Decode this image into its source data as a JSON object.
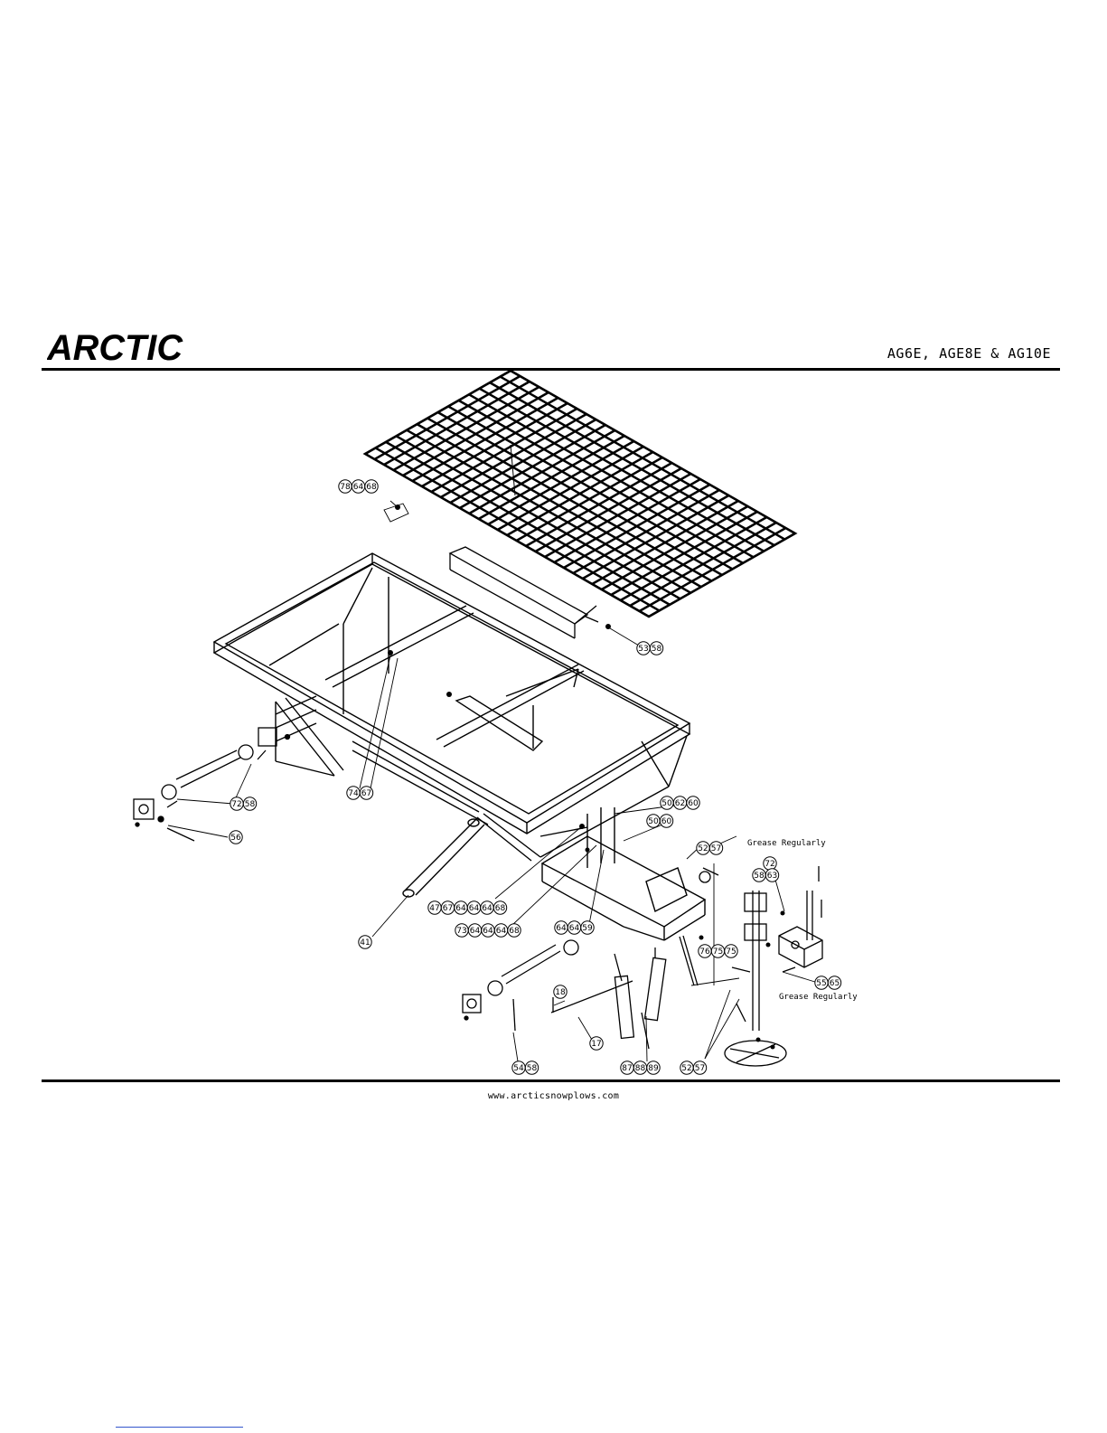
{
  "header": {
    "logo_text": "ARCTIC",
    "model_line": "AG6E, AGE8E & AG10E"
  },
  "footer": {
    "website": "www.arcticsnowplows.com"
  },
  "notes": {
    "grease_top": "Grease Regularly",
    "grease_bottom": "Grease Regularly"
  },
  "callouts": {
    "g1": [
      "78",
      "64",
      "68"
    ],
    "g2": [
      "53",
      "58"
    ],
    "g3": [
      "74",
      "67"
    ],
    "g4": [
      "72",
      "58"
    ],
    "g5": [
      "56"
    ],
    "g6": [
      "41"
    ],
    "g7": [
      "47",
      "67",
      "64",
      "64",
      "64",
      "68"
    ],
    "g8": [
      "73",
      "64",
      "64",
      "64",
      "68"
    ],
    "g9": [
      "64",
      "64",
      "59"
    ],
    "g10": [
      "50",
      "62",
      "60"
    ],
    "g11": [
      "50",
      "60"
    ],
    "g12": [
      "52",
      "57"
    ],
    "g13": [
      "72"
    ],
    "g14": [
      "58",
      "63"
    ],
    "g15": [
      "76",
      "75",
      "75"
    ],
    "g16": [
      "55",
      "65"
    ],
    "g17": [
      "18"
    ],
    "g18": [
      "17"
    ],
    "g19": [
      "54",
      "58"
    ],
    "g20": [
      "87",
      "88",
      "89"
    ],
    "g21": [
      "52",
      "57"
    ]
  }
}
